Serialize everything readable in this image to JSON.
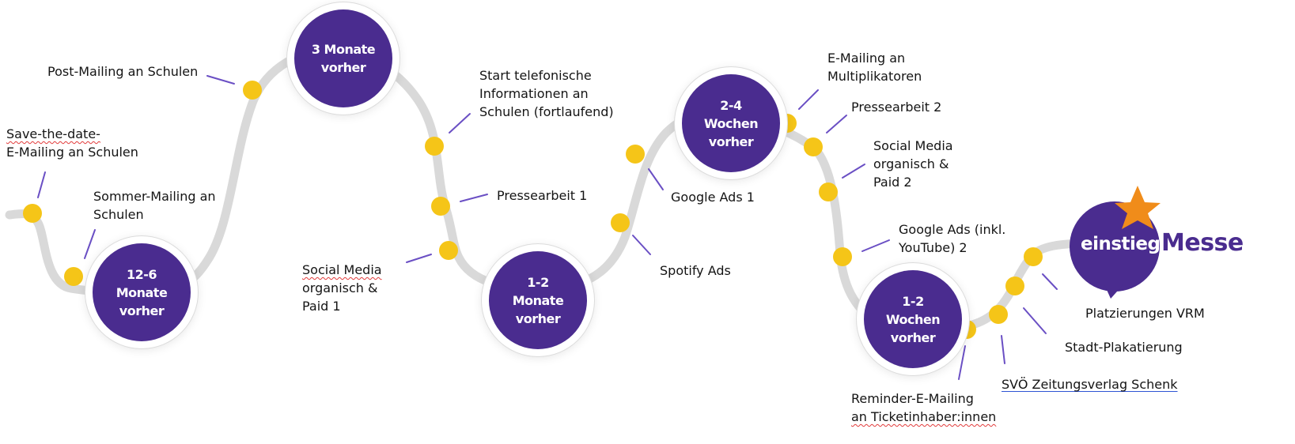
{
  "colors": {
    "accent": "#4a2c8f",
    "dot": "#f5c518",
    "road": "#d9d9d9",
    "star": "#f08c1a",
    "connector": "#6a4fc4"
  },
  "phases": [
    {
      "lines": [
        "12-6",
        "Monate",
        "vorher"
      ]
    },
    {
      "lines": [
        "3 Monate",
        "vorher"
      ]
    },
    {
      "lines": [
        "1-2",
        "Monate",
        "vorher"
      ]
    },
    {
      "lines": [
        "2-4",
        "Wochen",
        "vorher"
      ]
    },
    {
      "lines": [
        "1-2",
        "Wochen",
        "vorher"
      ]
    }
  ],
  "activities": [
    {
      "lines": [
        "Save-the-date-",
        "E-Mailing an Schulen"
      ]
    },
    {
      "lines": [
        "Sommer-Mailing an",
        "Schulen"
      ]
    },
    {
      "lines": [
        "Post-Mailing an Schulen"
      ]
    },
    {
      "lines": [
        "Start telefonische",
        "Informationen an",
        "Schulen (fortlaufend)"
      ]
    },
    {
      "lines": [
        "Pressearbeit 1"
      ]
    },
    {
      "lines": [
        "Social Media",
        "organisch &",
        "Paid 1"
      ]
    },
    {
      "lines": [
        "Google Ads 1"
      ]
    },
    {
      "lines": [
        "Spotify Ads"
      ]
    },
    {
      "lines": [
        "E-Mailing an",
        "Multiplikatoren"
      ]
    },
    {
      "lines": [
        "Pressearbeit 2"
      ]
    },
    {
      "lines": [
        "Social Media",
        "organisch &",
        "Paid 2"
      ]
    },
    {
      "lines": [
        "Google Ads (inkl.",
        "YouTube) 2"
      ]
    },
    {
      "lines": [
        "Platzierungen VRM"
      ]
    },
    {
      "lines": [
        "Stadt-Plakatierung"
      ]
    },
    {
      "lines": [
        "SVÖ Zeitungsverlag Schenk"
      ]
    },
    {
      "lines": [
        "Reminder-E-Mailing",
        "an Ticketinhaber:innen"
      ]
    }
  ],
  "brand": {
    "logo_word": "einstieg",
    "event_word": "Messe",
    "logo_icon": "star-icon"
  }
}
